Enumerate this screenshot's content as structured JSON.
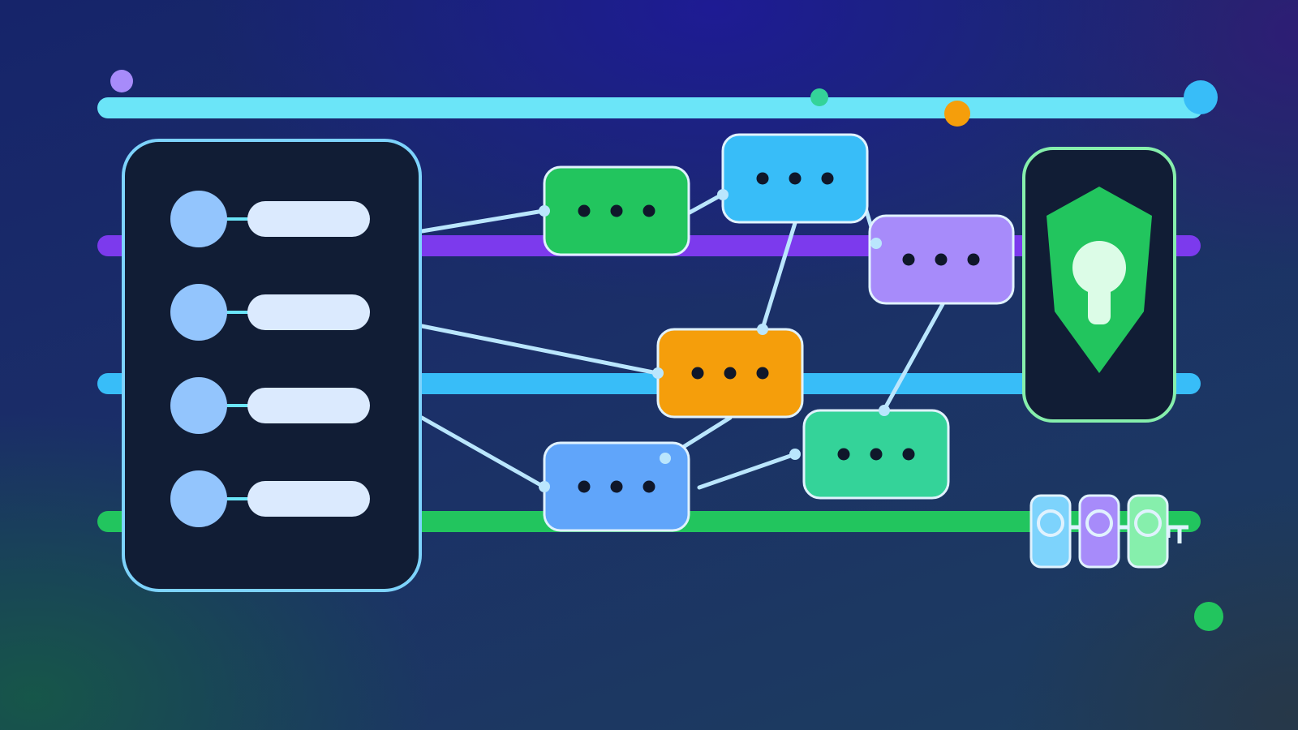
{
  "illustration": {
    "palette": {
      "cyan": "#6be5f8",
      "purple": "#7c3aed",
      "blue": "#38bdf8",
      "green": "#22c55e",
      "panel_bg": "#111d35",
      "panel_border": "#7dd3fc",
      "row_circle": "#93c5fd",
      "row_pill": "#dbeafe",
      "connector": "#bae6fd",
      "shield_green": "#22c55e",
      "keyhole": "#dcfce7",
      "orange": "#f59e0b",
      "violet_dot": "#a78bfa",
      "teal_dot": "#34d399"
    },
    "tracks": [
      {
        "name": "track-cyan",
        "color": "#6be5f8"
      },
      {
        "name": "track-purple",
        "color": "#7c3aed"
      },
      {
        "name": "track-blue",
        "color": "#38bdf8"
      },
      {
        "name": "track-green",
        "color": "#22c55e"
      }
    ],
    "list_panel": {
      "rows": 4
    },
    "nodes": [
      {
        "name": "node-green",
        "color": "#22c55e"
      },
      {
        "name": "node-sky",
        "color": "#38bdf8"
      },
      {
        "name": "node-violet",
        "color": "#a78bfa"
      },
      {
        "name": "node-orange",
        "color": "#f59e0b"
      },
      {
        "name": "node-blue",
        "color": "#60a5fa"
      },
      {
        "name": "node-teal",
        "color": "#34d399"
      }
    ],
    "node_glyph": "• • •",
    "security_card": {
      "icon": "shield-keyhole-icon",
      "border": "#86efac"
    },
    "key_tokens": [
      {
        "name": "token-sky",
        "color": "#7dd3fc"
      },
      {
        "name": "token-violet",
        "color": "#a78bfa"
      },
      {
        "name": "token-green",
        "color": "#86efac"
      }
    ],
    "key_icon": "key-icon"
  }
}
